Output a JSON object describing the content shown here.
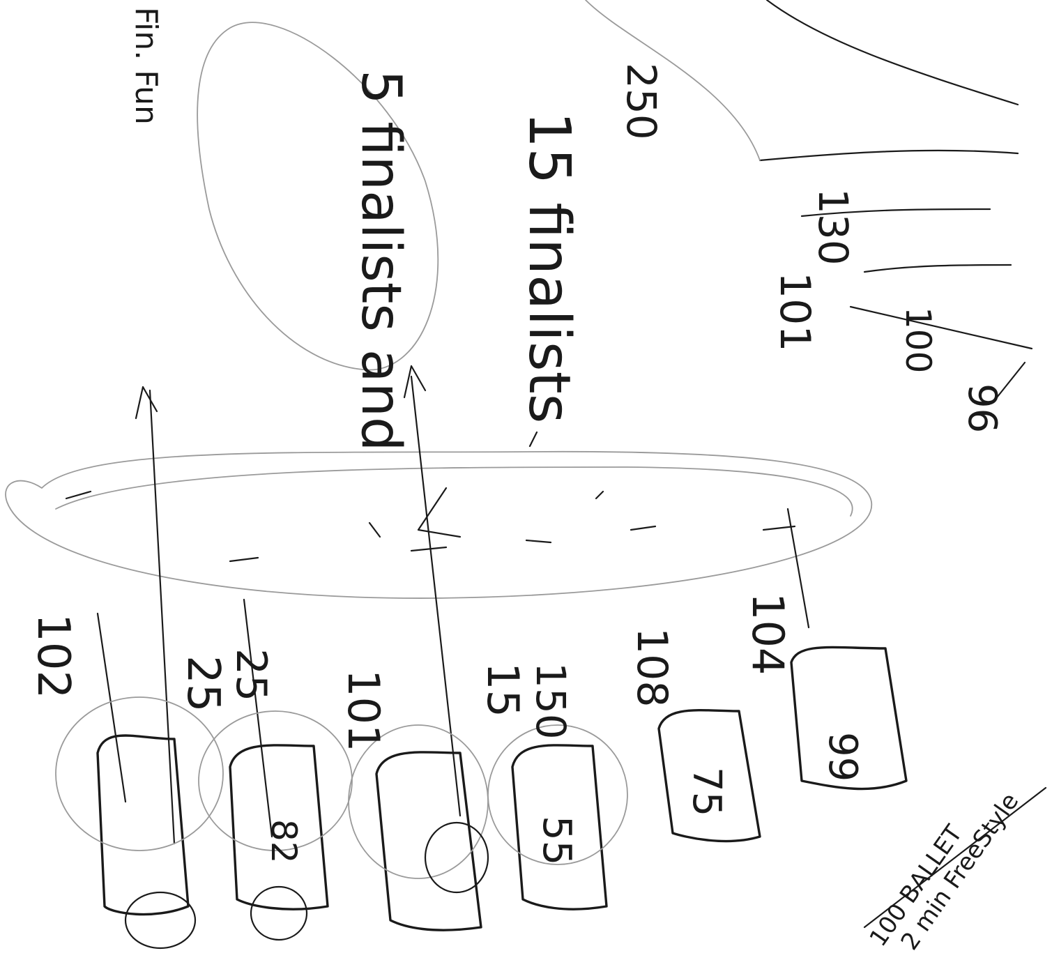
{
  "page": {
    "type": "handwritten-sketch",
    "background": "#ffffff",
    "ink_color": "#1a1a1a"
  },
  "notes": {
    "corner": "Fin. Fun",
    "left_numbers": [
      "102",
      "25",
      "25",
      "101",
      "15",
      "150",
      "108",
      "104"
    ],
    "box_labels": [
      "99",
      "75",
      "55",
      "82"
    ],
    "top_right": [
      "250",
      "130",
      "101",
      "100",
      "96"
    ],
    "finalists_15": "15 finalists",
    "finalists_5": "5 finalists and",
    "bottom_right_line1": "100 BALLET",
    "bottom_right_line2": "2 min FreeStyle"
  }
}
